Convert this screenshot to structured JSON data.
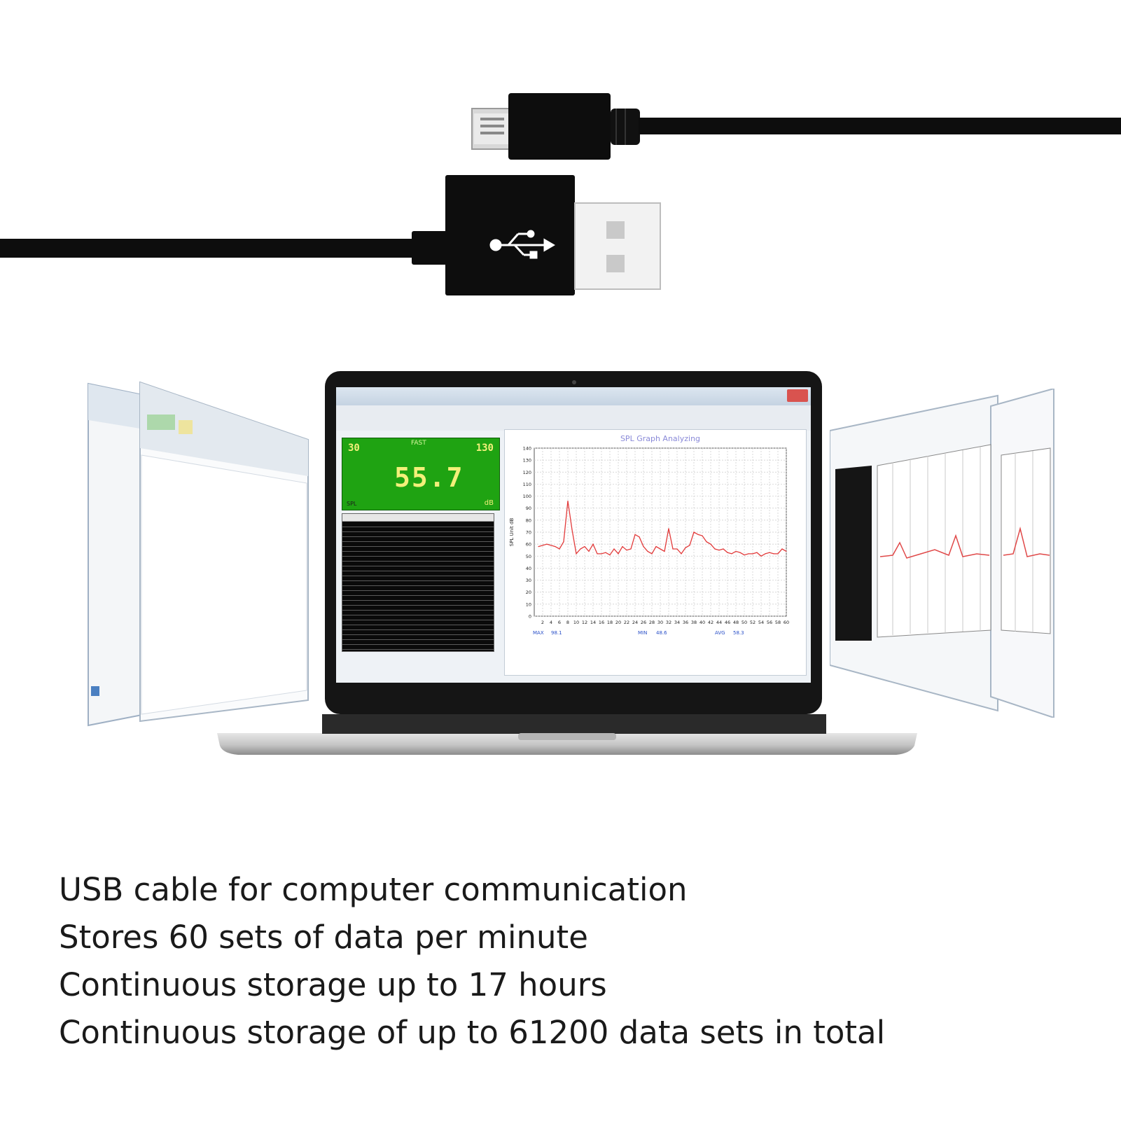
{
  "caption": {
    "lines": [
      "USB cable for computer communication",
      "Stores 60 sets of data per minute",
      "Continuous storage up to 17 hours",
      "Continuous storage of up to 61200 data sets in total"
    ]
  },
  "software": {
    "graph_title": "SPL Graph Analyzing",
    "lcd": {
      "reading": "55.7",
      "mode": "FAST",
      "range_low": "30",
      "range_high": "130",
      "unit": "dB",
      "label_left": "SPL"
    },
    "stats": {
      "max_label": "MAX",
      "max_value": "98.1",
      "min_label": "MIN",
      "min_value": "48.6",
      "avg_label": "AVG",
      "avg_value": "58.3"
    }
  },
  "chart_data": {
    "type": "line",
    "title": "SPL Graph Analyzing",
    "ylabel": "SPL Unit dB",
    "ylim": [
      0,
      140
    ],
    "yticks": [
      0,
      10,
      20,
      30,
      40,
      50,
      60,
      70,
      80,
      90,
      100,
      110,
      120,
      130,
      140
    ],
    "xticks": [
      2,
      4,
      6,
      8,
      10,
      12,
      14,
      16,
      18,
      20,
      22,
      24,
      26,
      28,
      30,
      32,
      34,
      36,
      38,
      40,
      42,
      44,
      46,
      48,
      50,
      52,
      54,
      56,
      58,
      60
    ],
    "grid": true,
    "series": [
      {
        "color": "#e23a3a",
        "x": [
          1,
          3,
          5,
          6,
          7,
          8,
          9,
          10,
          11,
          12,
          13,
          14,
          15,
          16,
          17,
          18,
          19,
          20,
          21,
          22,
          23,
          24,
          25,
          26,
          27,
          28,
          29,
          30,
          31,
          32,
          33,
          34,
          35,
          36,
          37,
          38,
          39,
          40,
          41,
          42,
          43,
          44,
          45,
          46,
          47,
          48,
          49,
          50,
          51,
          52,
          53,
          54,
          55,
          56,
          57,
          58,
          59,
          60
        ],
        "y": [
          58,
          60,
          58,
          56,
          62,
          96,
          72,
          52,
          56,
          58,
          54,
          60,
          52,
          52,
          53,
          51,
          56,
          52,
          58,
          55,
          56,
          68,
          66,
          58,
          54,
          52,
          58,
          56,
          54,
          73,
          56,
          56,
          52,
          57,
          59,
          70,
          68,
          67,
          62,
          60,
          56,
          55,
          56,
          53,
          52,
          54,
          53,
          51,
          52,
          52,
          53,
          50,
          52,
          53,
          52,
          52,
          56,
          54
        ]
      }
    ]
  },
  "icons": {
    "usb_symbol": "usb-trident-icon"
  }
}
